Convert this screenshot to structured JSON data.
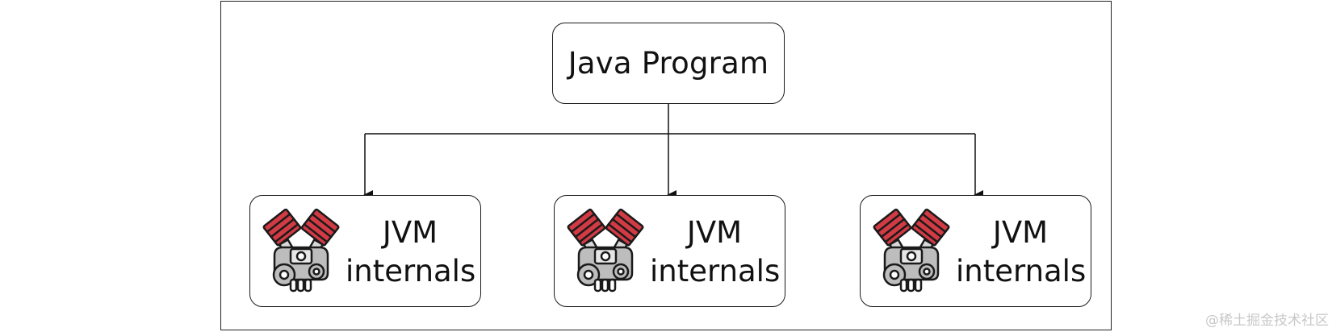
{
  "diagram": {
    "root": {
      "label": "Java Program"
    },
    "children": [
      {
        "label_line1": "JVM",
        "label_line2": "internals",
        "icon": "engine-icon"
      },
      {
        "label_line1": "JVM",
        "label_line2": "internals",
        "icon": "engine-icon"
      },
      {
        "label_line1": "JVM",
        "label_line2": "internals",
        "icon": "engine-icon"
      }
    ]
  },
  "colors": {
    "engine_red": "#d23a44",
    "engine_gray": "#bdbdbd",
    "stroke": "#1a1a1a"
  },
  "watermark": "@稀土掘金技术社区"
}
